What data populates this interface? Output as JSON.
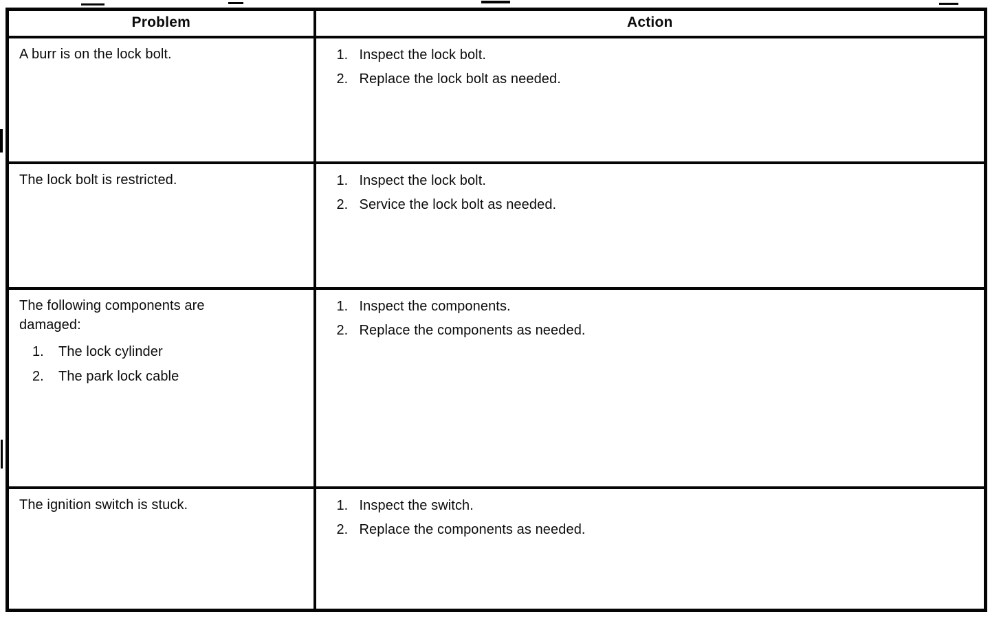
{
  "page": {
    "background_color": "#ffffff",
    "ink_color": "#050505"
  },
  "table": {
    "headers": {
      "problem": "Problem",
      "action": "Action"
    },
    "rows": [
      {
        "problem": "A burr is on the lock bolt.",
        "actions": [
          {
            "num": "1.",
            "text": "Inspect the lock bolt."
          },
          {
            "num": "2.",
            "text": "Replace the lock bolt as needed."
          }
        ]
      },
      {
        "problem": "The lock bolt is restricted.",
        "actions": [
          {
            "num": "1.",
            "text": "Inspect the lock bolt."
          },
          {
            "num": "2.",
            "text": "Service the lock bolt as needed."
          }
        ]
      },
      {
        "problem": "The following components are damaged:",
        "problem_items": [
          {
            "num": "1.",
            "text": "The lock cylinder"
          },
          {
            "num": "2.",
            "text": "The park lock cable"
          }
        ],
        "actions": [
          {
            "num": "1.",
            "text": "Inspect the components."
          },
          {
            "num": "2.",
            "text": "Replace the components as needed."
          }
        ]
      },
      {
        "problem": "The ignition switch is stuck.",
        "actions": [
          {
            "num": "1.",
            "text": "Inspect the switch."
          },
          {
            "num": "2.",
            "text": "Replace the components as needed."
          }
        ]
      }
    ]
  }
}
